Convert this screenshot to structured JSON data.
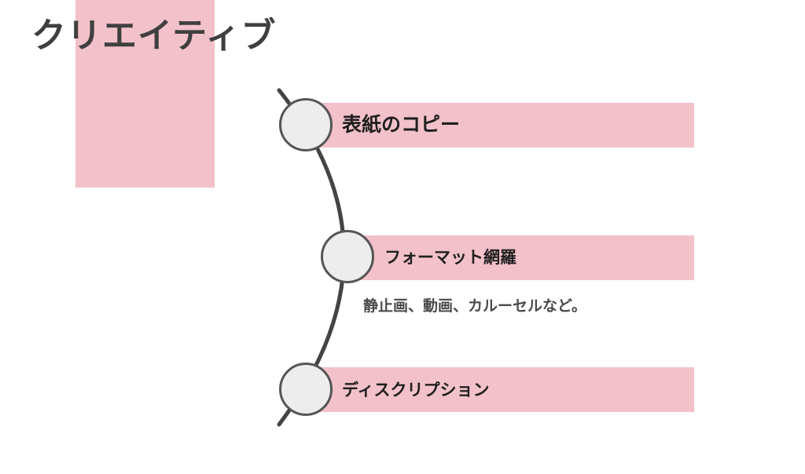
{
  "title": "クリエイティブ",
  "colors": {
    "accent_pink": "#f2c1c9",
    "node_fill": "#ededed",
    "node_stroke": "#555555",
    "line": "#444444",
    "title_text": "#3f3f3f"
  },
  "timeline": {
    "items": [
      {
        "label": "表紙のコピー",
        "description": ""
      },
      {
        "label": "フォーマット網羅",
        "description": "静止画、動画、カルーセルなど。"
      },
      {
        "label": "ディスクリプション",
        "description": ""
      }
    ]
  }
}
